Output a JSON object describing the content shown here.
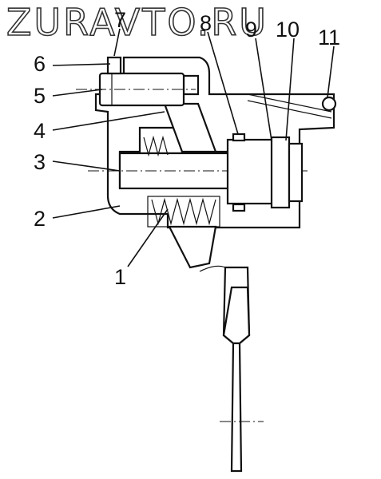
{
  "watermark": "ZURAVTO.RU",
  "callouts": {
    "c1": "1",
    "c2": "2",
    "c3": "3",
    "c4": "4",
    "c5": "5",
    "c6": "6",
    "c7": "7",
    "c8": "8",
    "c9": "9",
    "c10": "10",
    "c11": "11"
  }
}
